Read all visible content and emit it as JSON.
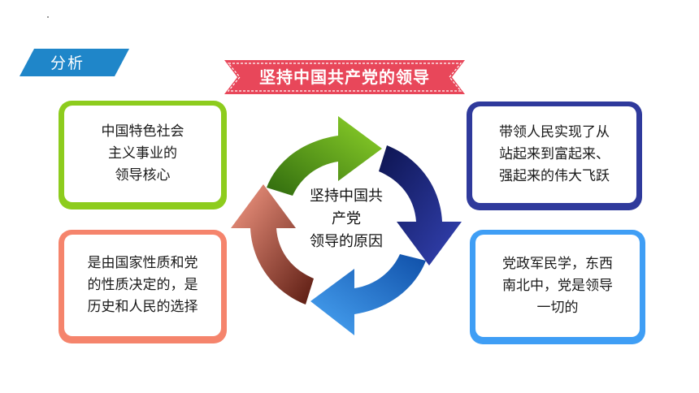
{
  "section_tag": "分析",
  "title": "坚持中国共产党的领导",
  "center_text": "坚持中国共\n产党\n领导的原因",
  "boxes": [
    {
      "text": "中国特色社会\n主义事业的\n领导核心",
      "color": "#8dcc1d"
    },
    {
      "text": "带领人民实现了从\n站起来到富起来、\n强起来的伟大飞跃",
      "color": "#2f3a9c"
    },
    {
      "text": "是由国家性质和党\n的性质决定的，是\n历史和人民的选择",
      "color": "#f5846c"
    },
    {
      "text": "党政军民学，东西\n南北中，党是领导\n一切的",
      "color": "#3f9ef5"
    }
  ],
  "colors": {
    "tag": "#1f86c9",
    "ribbon": "#e8475a",
    "arrow_green": "#6fbf1e",
    "arrow_navy": "#1f2a8f",
    "arrow_blue": "#2f8fe8",
    "arrow_salmon": "#f07e6a"
  },
  "icons": [
    "cycle-arrows-icon"
  ]
}
